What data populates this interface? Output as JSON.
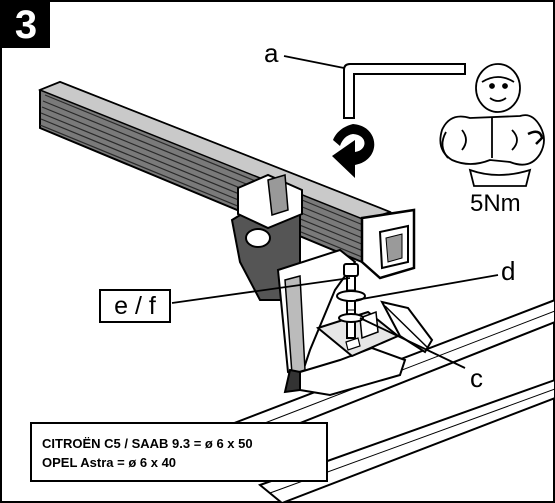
{
  "step": {
    "number": "3"
  },
  "callouts": {
    "a": "a",
    "d": "d",
    "c": "c",
    "ef": "e / f"
  },
  "torque": {
    "value": "5Nm"
  },
  "spec": {
    "line1": "CITROËN C5 / SAAB 9.3 = ø 6 x 50",
    "line2": "OPEL Astra = ø 6 x 40"
  },
  "icons": [
    "allen-key-icon",
    "rotate-clockwise-icon",
    "strongman-icon"
  ],
  "colors": {
    "ink": "#000000",
    "paper": "#ffffff",
    "shade": "#6f6f6f"
  }
}
